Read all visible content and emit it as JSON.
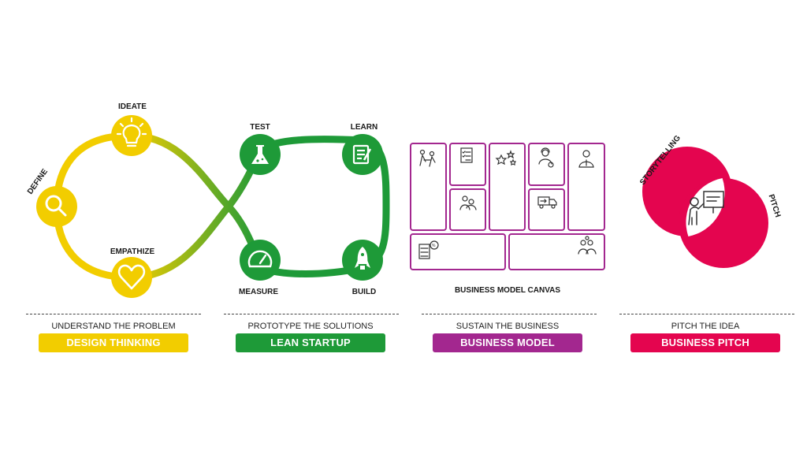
{
  "colors": {
    "design": "#f2cd00",
    "lean": "#1e9a38",
    "business": "#a3278f",
    "pitch": "#e4054f"
  },
  "design_thinking": {
    "steps": {
      "define": "DEFINE",
      "ideate": "IDEATE",
      "empathize": "EMPATHIZE"
    },
    "icons": [
      "search-icon",
      "lightbulb-icon",
      "heart-icon"
    ],
    "subtitle": "UNDERSTAND THE PROBLEM",
    "badge": "DESIGN THINKING"
  },
  "lean_startup": {
    "steps": {
      "test": "TEST",
      "learn": "LEARN",
      "measure": "MEASURE",
      "build": "BUILD"
    },
    "icons": [
      "flask-icon",
      "notepad-icon",
      "gauge-icon",
      "rocket-icon"
    ],
    "subtitle": "PROTOTYPE THE SOLUTIONS",
    "badge": "LEAN STARTUP"
  },
  "business_model": {
    "canvas_label": "BUSINESS MODEL CANVAS",
    "icons": [
      "partners-icon",
      "checklist-icon",
      "stars-icon",
      "customer-support-icon",
      "customer-icon",
      "resources-icon",
      "delivery-truck-icon",
      "calculator-icon",
      "revenue-people-icon"
    ],
    "subtitle": "SUSTAIN THE BUSINESS",
    "badge": "BUSINESS MODEL"
  },
  "business_pitch": {
    "left_label": "STORYTELLING",
    "right_label": "PITCH",
    "icons": [
      "presenter-icon"
    ],
    "subtitle": "PITCH THE IDEA",
    "badge": "BUSINESS PITCH"
  }
}
